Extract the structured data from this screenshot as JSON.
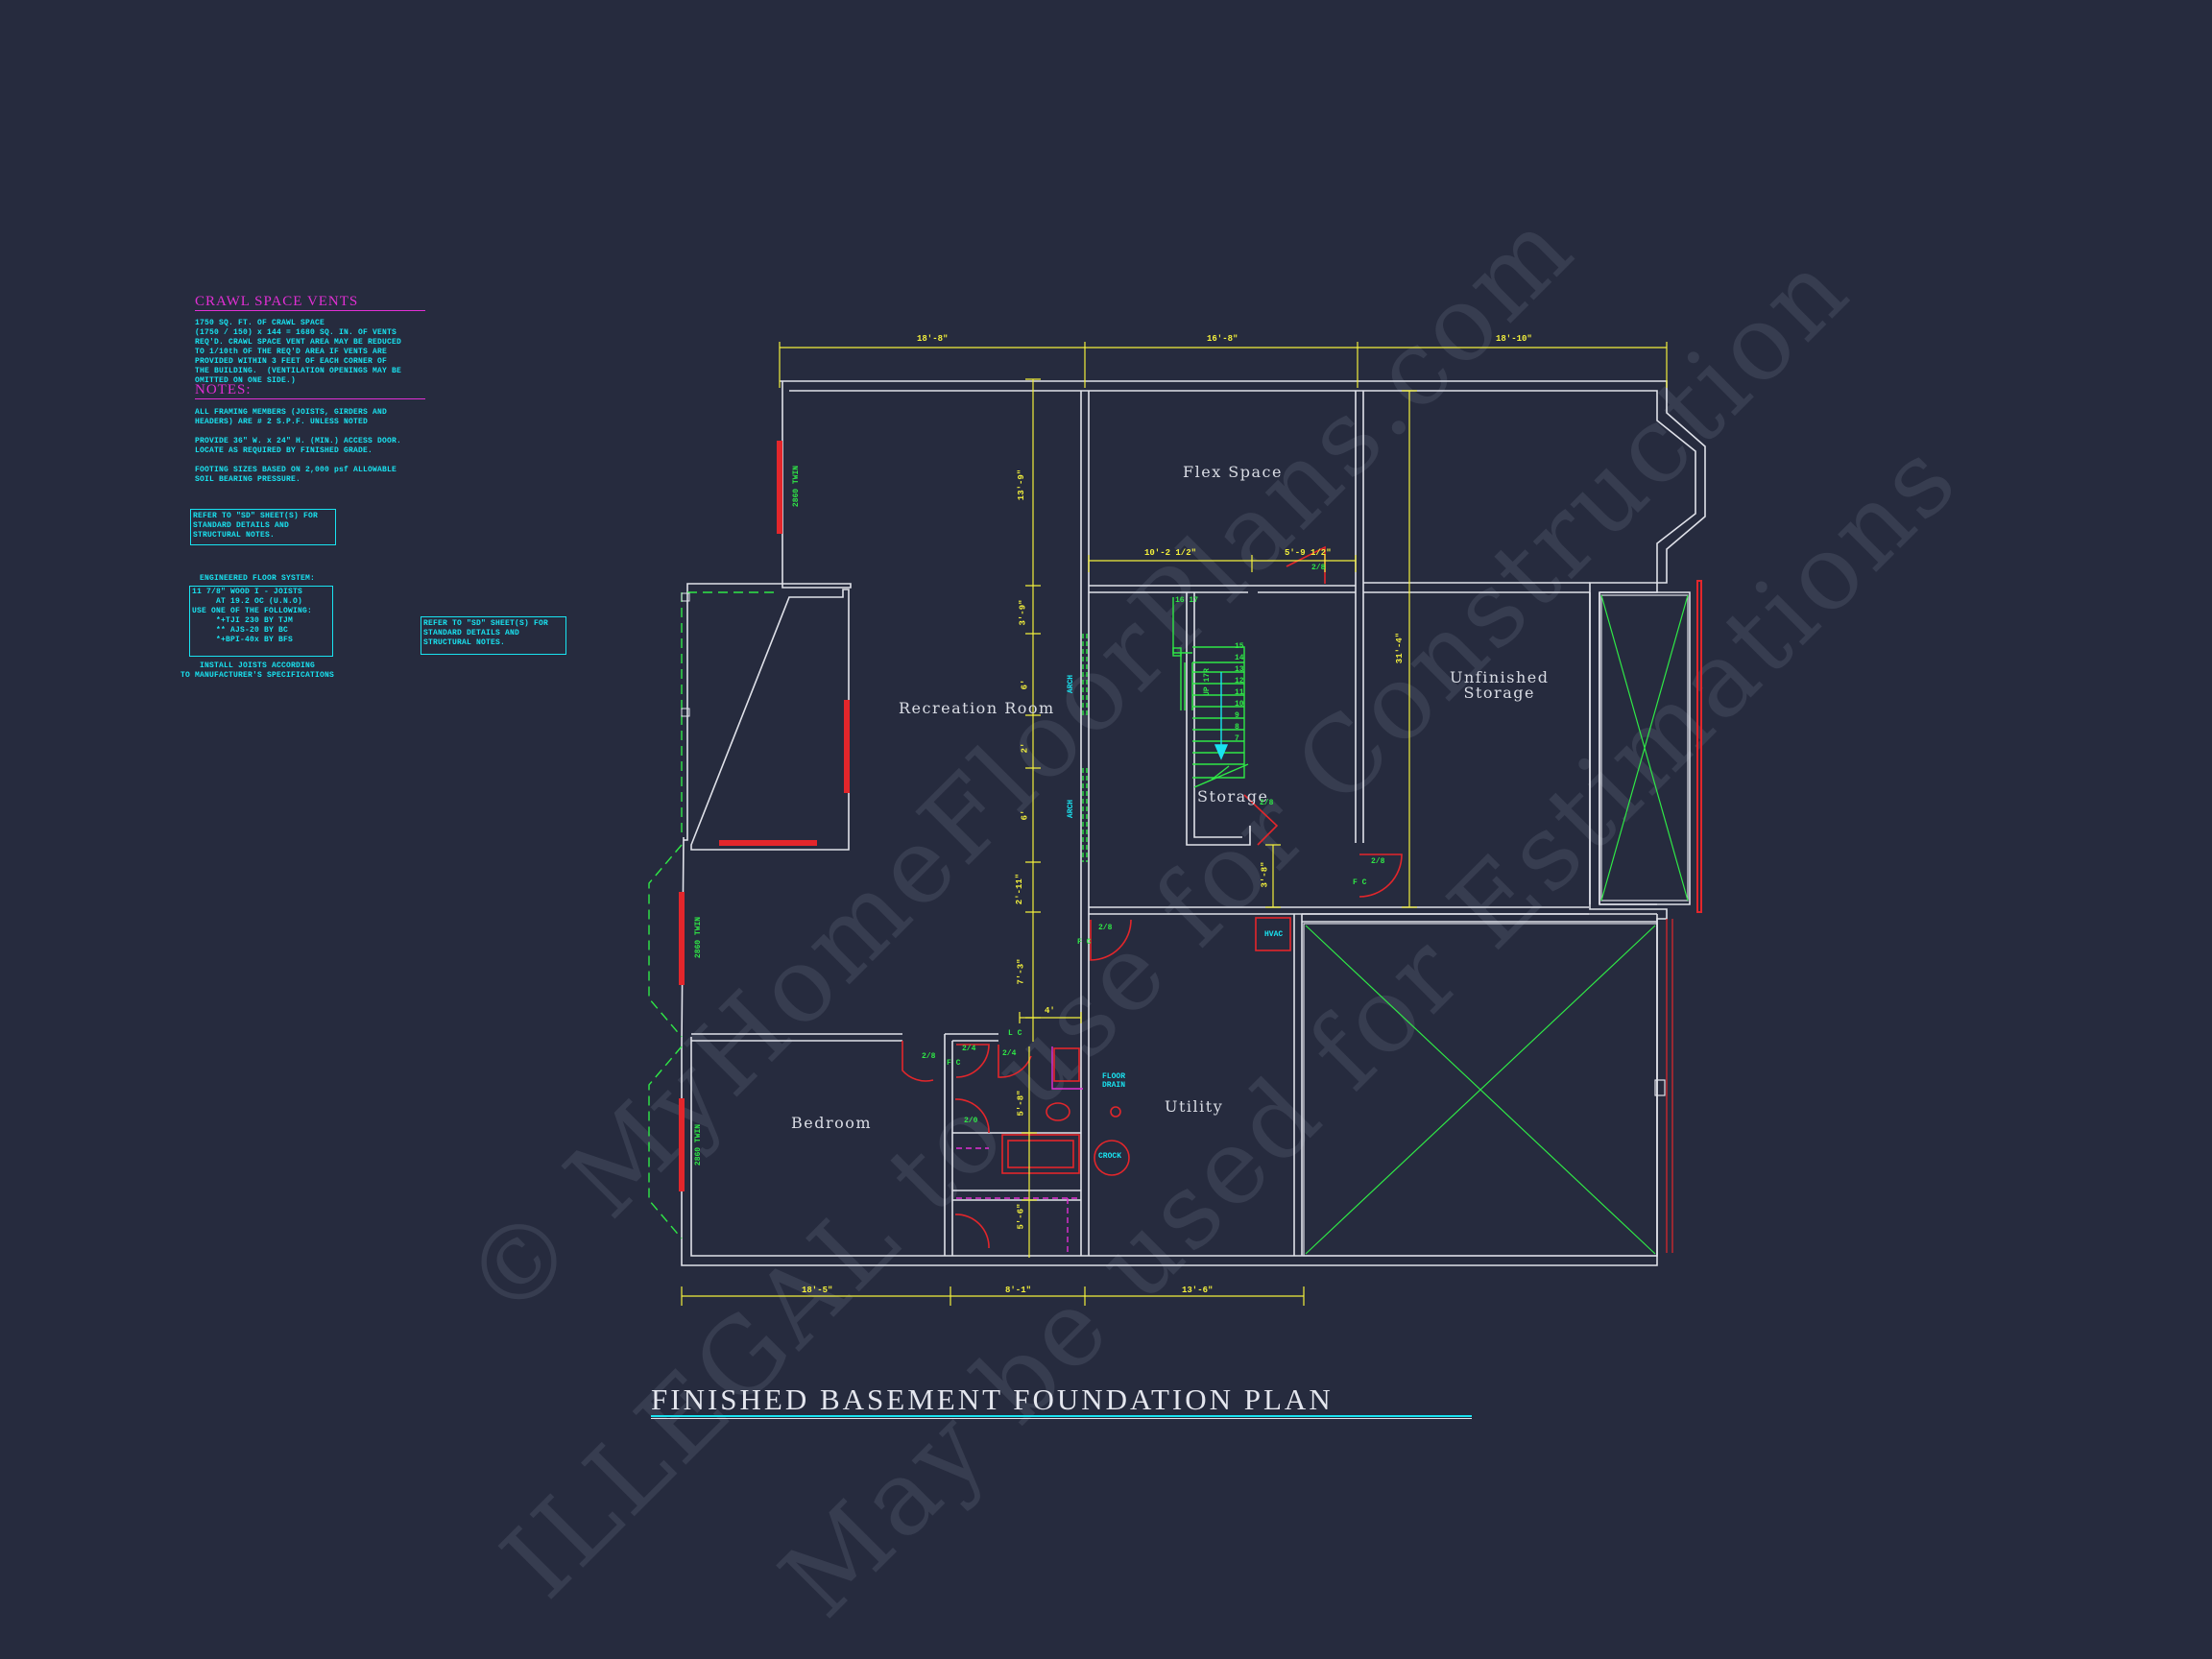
{
  "title": "FINISHED BASEMENT FOUNDATION PLAN",
  "watermark": {
    "line1": "© MyHomeFloorPlans.com",
    "line2": "ILLEGAL to use for Construction",
    "line3": "May be used for Estimations"
  },
  "notes": {
    "crawl_heading": "CRAWL SPACE VENTS",
    "crawl_text": "1750 SQ. FT. OF CRAWL SPACE\n(1750 / 150) x 144 = 1680 SQ. IN. OF VENTS\nREQ'D. CRAWL SPACE VENT AREA MAY BE REDUCED\nTO 1/10th OF THE REQ'D AREA IF VENTS ARE\nPROVIDED WITHIN 3 FEET OF EACH CORNER OF\nTHE BUILDING.  (VENTILATION OPENINGS MAY BE\nOMITTED ON ONE SIDE.)",
    "notes_heading": "NOTES:",
    "note1": "ALL FRAMING MEMBERS (JOISTS, GIRDERS AND\nHEADERS) ARE # 2 S.P.F. UNLESS NOTED",
    "note2": "PROVIDE 36\" W. x 24\" H. (MIN.) ACCESS DOOR.\nLOCATE AS REQUIRED BY FINISHED GRADE.",
    "note3": "FOOTING SIZES BASED ON 2,000 psf ALLOWABLE\nSOIL BEARING PRESSURE.",
    "refer_box": "REFER TO \"SD\" SHEET(S) FOR\nSTANDARD DETAILS AND\nSTRUCTURAL NOTES.",
    "floor_heading": "ENGINEERED FLOOR SYSTEM:",
    "floor_box": "11 7/8\" WOOD I - JOISTS\n     AT 19.2 OC (U.N.O)\nUSE ONE OF THE FOLLOWING:\n     *+TJI 230 BY TJM\n     ** AJS-20 BY BC\n     *+BPI-40x BY BFS",
    "floor_footer": "INSTALL JOISTS ACCORDING\nTO MANUFACTURER'S SPECIFICATIONS",
    "refer_box2": "REFER TO \"SD\" SHEET(S) FOR\nSTANDARD DETAILS AND\nSTRUCTURAL NOTES."
  },
  "rooms": {
    "flex": "Flex Space",
    "recreation": "Recreation Room",
    "storage": "Storage",
    "unfinished": "Unfinished\nStorage",
    "bedroom": "Bedroom",
    "utility": "Utility"
  },
  "dims": {
    "top1": "18'-8\"",
    "top2": "16'-8\"",
    "top3": "18'-10\"",
    "bot1": "18'-5\"",
    "bot2": "8'-1\"",
    "bot3": "13'-6\"",
    "flex_w1": "10'-2 1/2\"",
    "flex_w2": "5'-9 1/2\"",
    "v_13_9": "13'-9\"",
    "v_3_9": "3'-9\"",
    "v_6a": "6'",
    "v_2": "2'",
    "v_6b": "6'",
    "v_2_11": "2'-11\"",
    "v_7_3": "7'-3\"",
    "v_31_4": "31'-4\"",
    "v_3_8": "3'-8\"",
    "v_5_8": "5'-8\"",
    "v_5_6": "5'-6\"",
    "w_4": "4'"
  },
  "labels": {
    "hvac": "HVAC",
    "floor_drain": "FLOOR\nDRAIN",
    "crock": "CROCK",
    "arch1": "ARCH",
    "arch2": "ARCH",
    "twin": "2860 TWIN",
    "stair_up": "UP 17R",
    "stair_top": "16 17",
    "door_28": "2/8",
    "door_24": "2/4",
    "door_20": "2/0",
    "fc": "F C",
    "lc": "L C"
  },
  "stair_numbers": [
    "15",
    "14",
    "13",
    "12",
    "11",
    "10",
    "9",
    "8",
    "7"
  ],
  "colors": {
    "background": "#262b3e",
    "wall": "#dfe1e9",
    "dimension": "#f2ef3c",
    "door": "#e3262b",
    "text_cyan": "#19e3f0",
    "green": "#2fe846",
    "magenta": "#e12fd4"
  }
}
